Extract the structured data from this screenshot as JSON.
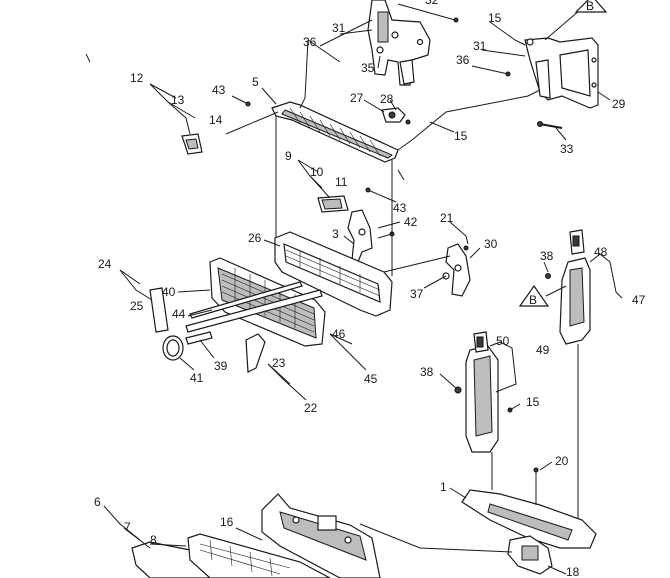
{
  "callouts": [
    "12",
    "13",
    "14",
    "43",
    "5",
    "36",
    "31",
    "35",
    "32",
    "15",
    "31",
    "36",
    "29",
    "27",
    "28",
    "15",
    "33",
    "9",
    "10",
    "11",
    "43",
    "42",
    "3",
    "21",
    "30",
    "37",
    "26",
    "24",
    "25",
    "40",
    "44",
    "39",
    "41",
    "23",
    "22",
    "46",
    "45",
    "38",
    "48",
    "47",
    "50",
    "49",
    "38",
    "15",
    "20",
    "1",
    "6",
    "7",
    "8",
    "16",
    "18"
  ],
  "ref_marks": [
    "B",
    "B"
  ]
}
